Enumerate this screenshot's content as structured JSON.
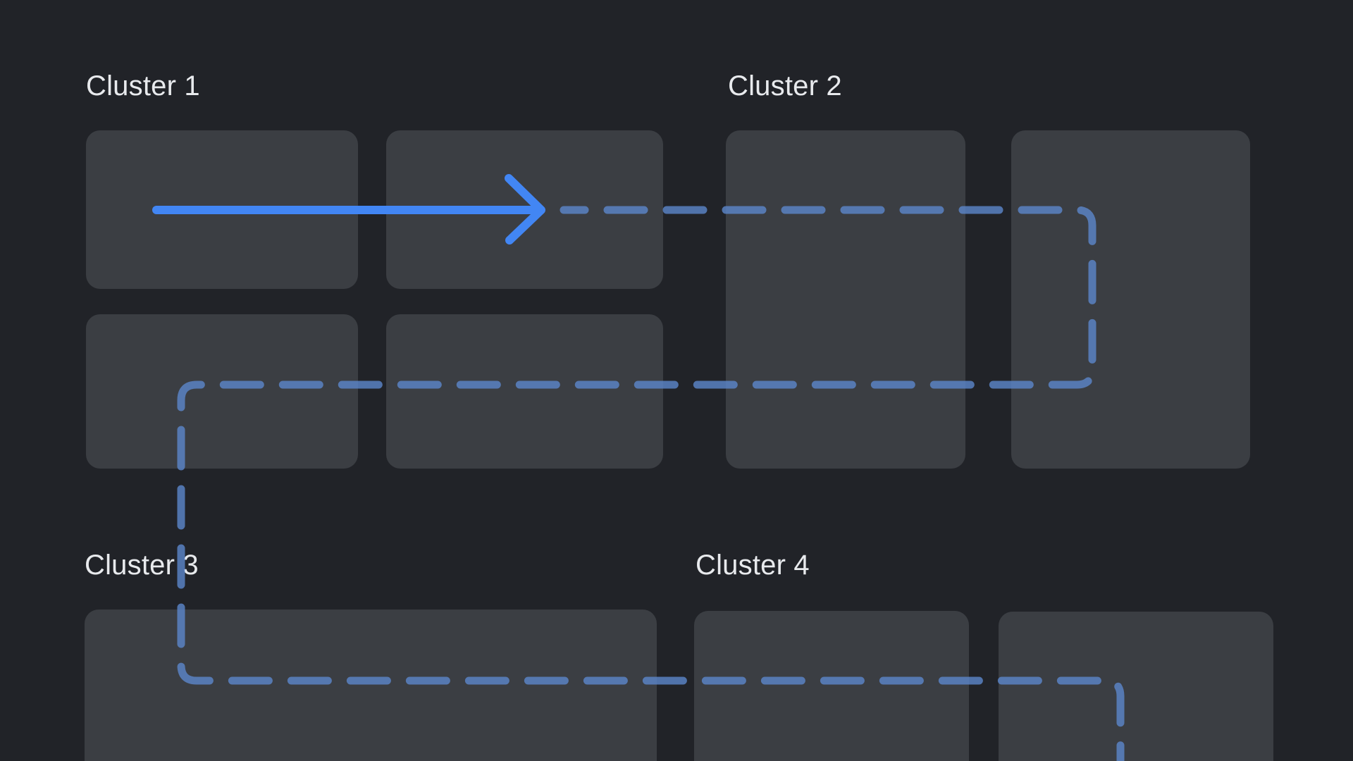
{
  "diagram": {
    "clusters": [
      {
        "id": "cluster-1",
        "label": "Cluster 1",
        "box_count": 4
      },
      {
        "id": "cluster-2",
        "label": "Cluster 2",
        "box_count": 2
      },
      {
        "id": "cluster-3",
        "label": "Cluster 3",
        "box_count": 1
      },
      {
        "id": "cluster-4",
        "label": "Cluster 4",
        "box_count": 2
      }
    ],
    "connections": [
      {
        "type": "solid-arrow",
        "from": "cluster-1-box-1",
        "to": "cluster-1-box-2",
        "direction": "right"
      },
      {
        "type": "dashed-path",
        "route": "continues right from arrow across Cluster 2, turns down, runs left across row 2, turns down past Cluster 3 label, runs right across Cluster 3 and Cluster 4, turns down and exits bottom edge"
      }
    ]
  },
  "colors": {
    "background": "#212328",
    "box_fill": "#3B3E43",
    "label_text": "#E8EAED",
    "arrow_blue": "#4286F4",
    "dash_blue": "#5D87CC"
  }
}
